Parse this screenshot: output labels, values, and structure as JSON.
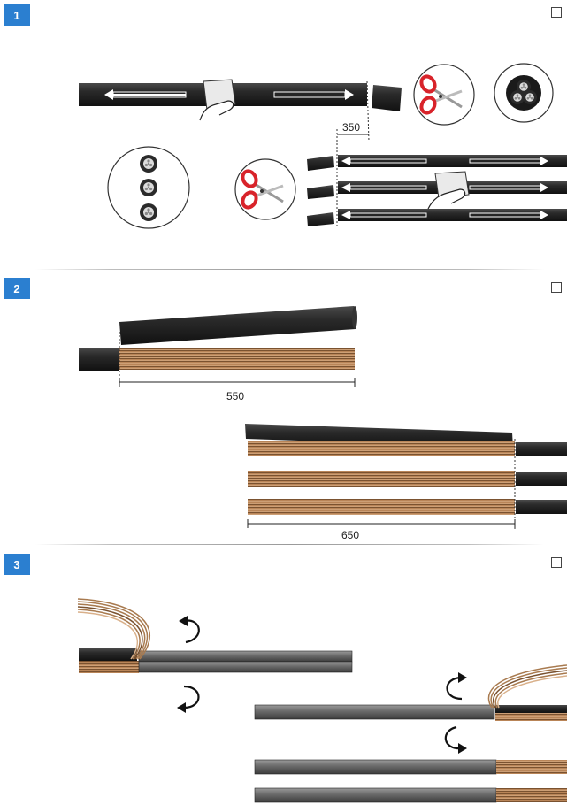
{
  "steps": [
    {
      "number": "1"
    },
    {
      "number": "2"
    },
    {
      "number": "3"
    }
  ],
  "dimensions": {
    "step1_strip": "350",
    "step2_single": "550",
    "step2_triple": "650"
  },
  "colors": {
    "badge": "#2b7fd0",
    "cable_black": "#262626",
    "copper": "#a87a4f",
    "shield_grey": "#6d6d6d",
    "scissors_red": "#d8232a"
  },
  "icons": [
    "hand-wipe-icon",
    "scissors-icon",
    "cable-cross-section-icon",
    "rotate-arrow-icon",
    "double-arrow-icon"
  ]
}
